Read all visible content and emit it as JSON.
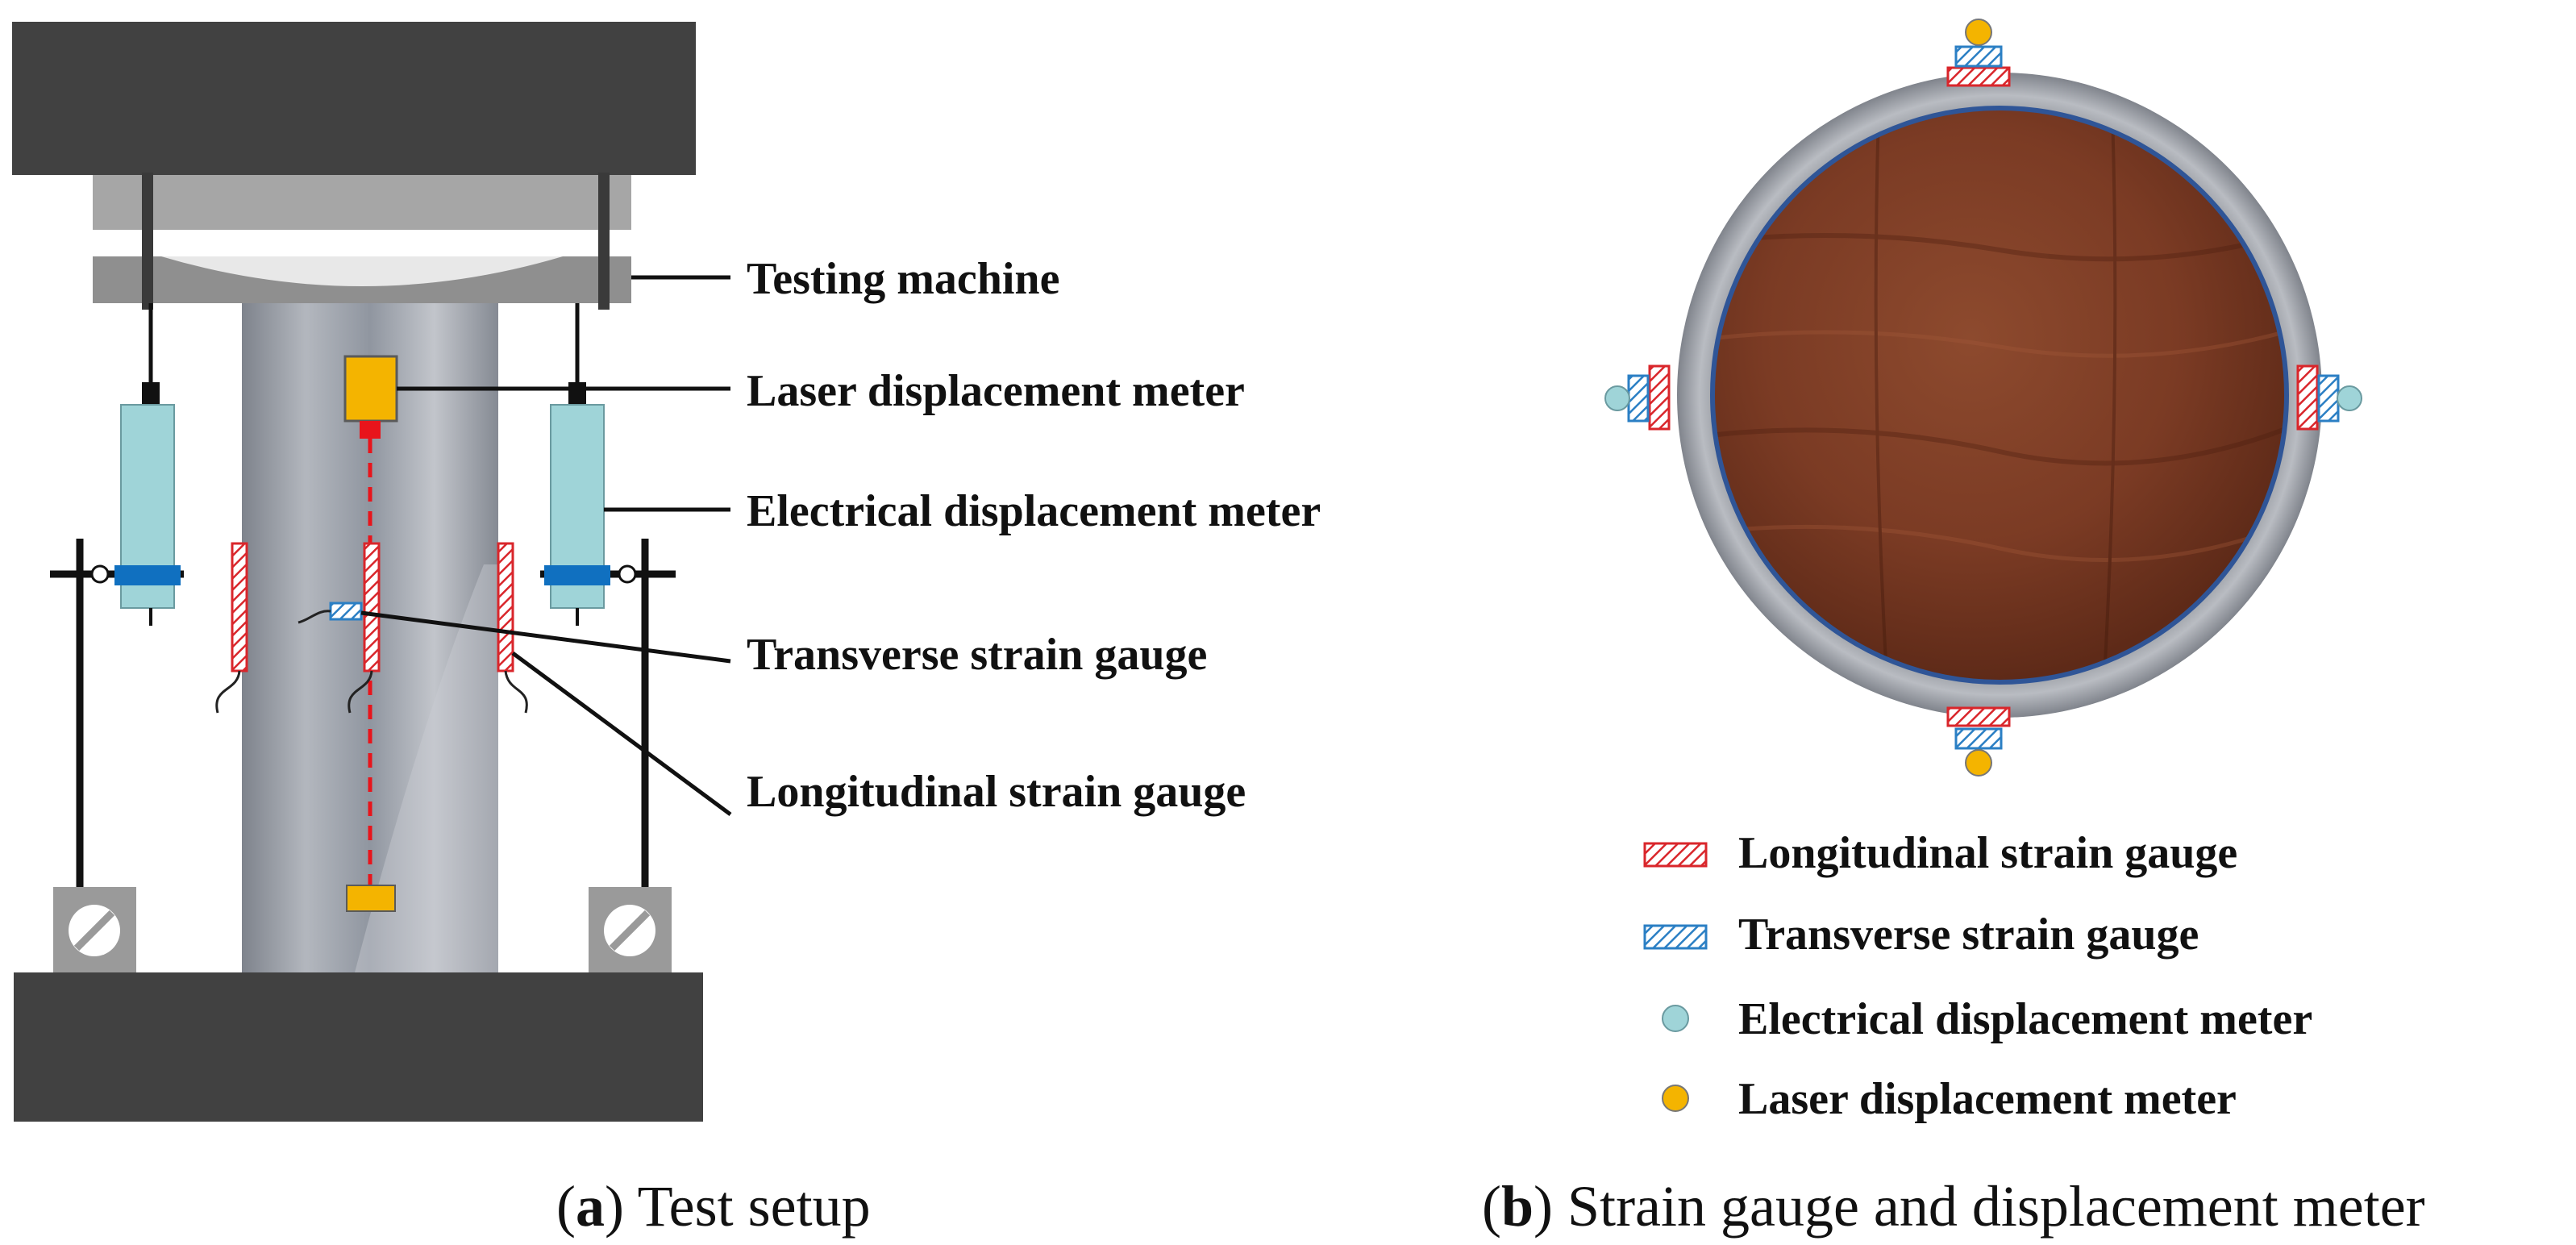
{
  "panel_a": {
    "callouts": {
      "testing_machine": "Testing machine",
      "laser_meter": "Laser displacement meter",
      "electrical_meter": "Electrical displacement meter",
      "transverse_gauge": "Transverse strain gauge",
      "longitudinal_gauge": "Longitudinal strain gauge"
    },
    "caption": {
      "letter": "a",
      "text": " Test setup"
    }
  },
  "panel_b": {
    "legend": [
      {
        "label": "Longitudinal strain gauge",
        "icon": "longitudinal-gauge-icon",
        "color": "#d9262b"
      },
      {
        "label": "Transverse strain gauge",
        "icon": "transverse-gauge-icon",
        "color": "#2b7fc4"
      },
      {
        "label": "Electrical displacement meter",
        "icon": "electrical-meter-icon",
        "color": "#9fd4d8"
      },
      {
        "label": "Laser displacement meter",
        "icon": "laser-meter-icon",
        "color": "#f4b400"
      }
    ],
    "caption": {
      "letter": "b",
      "text": " Strain gauge and displacement meter"
    }
  },
  "colors": {
    "platen": "#414141",
    "specimen_steel": "#9ea2aa",
    "electrical_meter": "#9fd4d8",
    "meter_clamp": "#1070c0",
    "laser_meter": "#f4b400",
    "laser_beam": "#e8141b",
    "strain_red": "#d9262b",
    "strain_blue": "#2b7fc4",
    "wood": "#7a3a24",
    "tube_outline": "#2f5597"
  }
}
